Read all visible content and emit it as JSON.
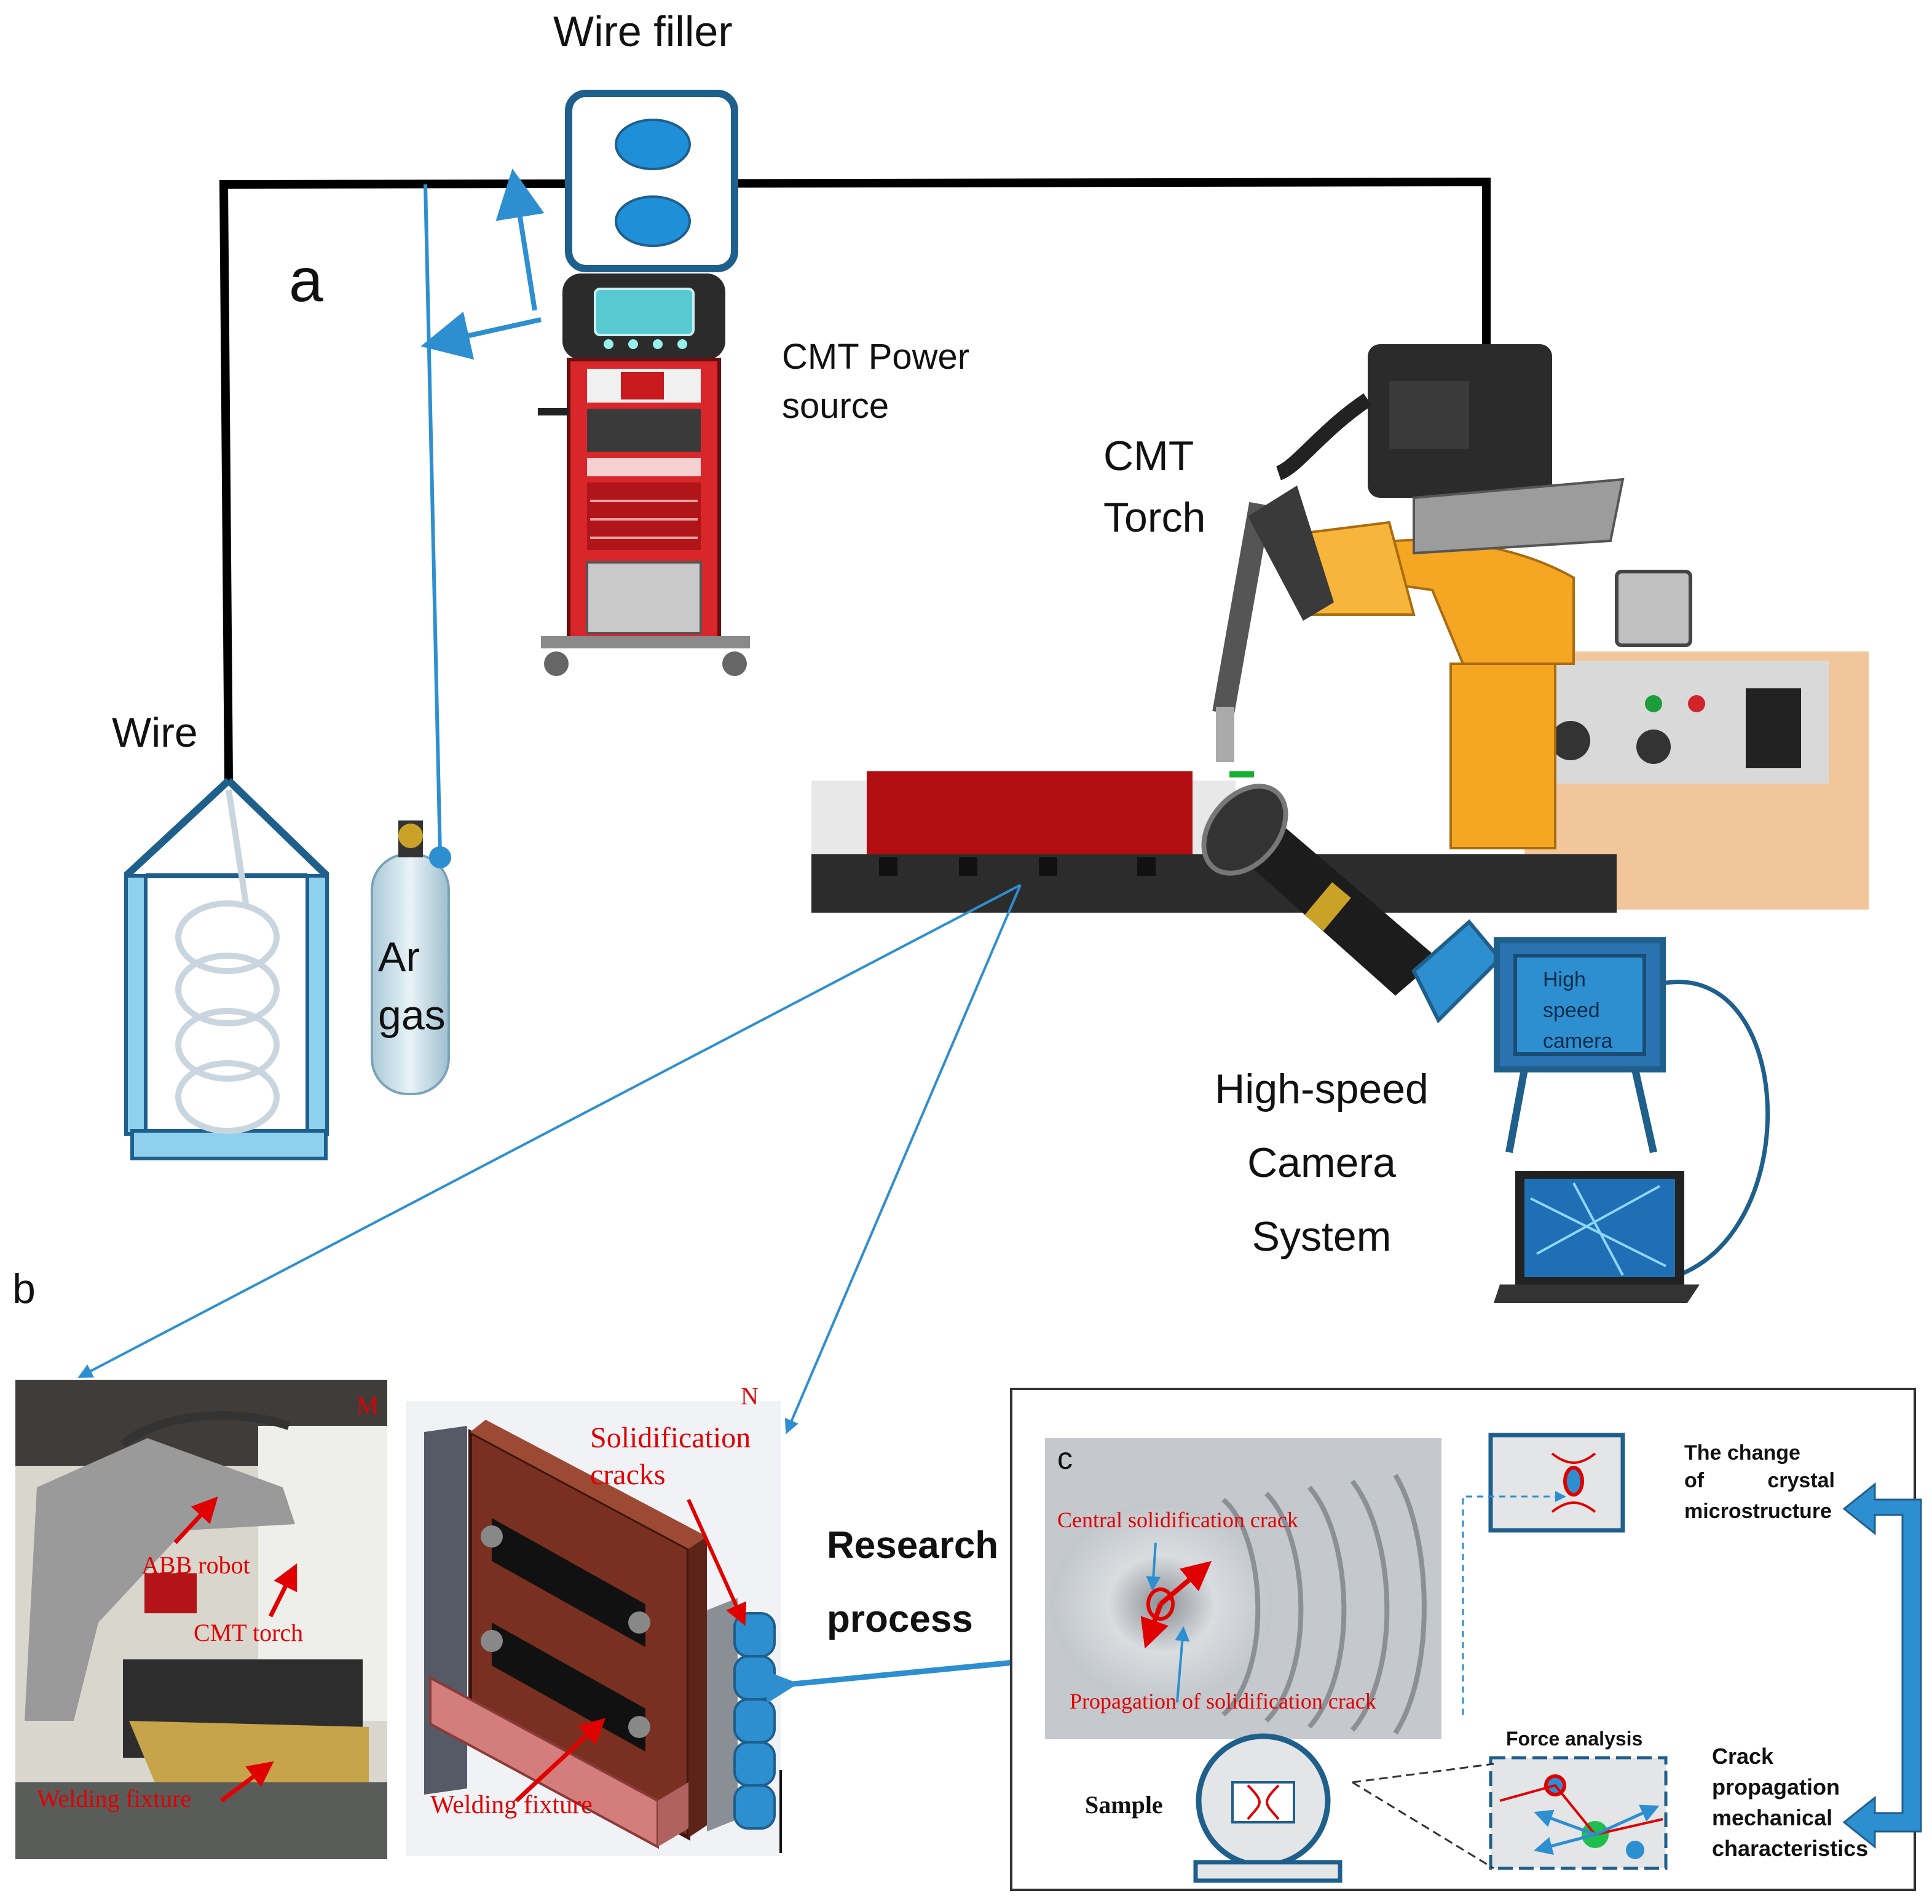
{
  "panel_a": {
    "letter": "a",
    "wire_filler": "Wire filler",
    "power_source_line1": "CMT Power",
    "power_source_line2": "source",
    "torch_line1": "CMT",
    "torch_line2": "Torch",
    "wire": "Wire",
    "gas_line1": "Ar",
    "gas_line2": "gas",
    "camera_box_line1": "High",
    "camera_box_line2": "speed",
    "camera_box_line3": "camera",
    "camera_system_line1": "High-speed",
    "camera_system_line2": "Camera",
    "camera_system_line3": "System"
  },
  "panel_b": {
    "letter": "b",
    "photo_tag": "M",
    "photo_label_robot": "ABB robot",
    "photo_label_torch": "CMT torch",
    "photo_label_fixture": "Welding fixture",
    "model_tag": "N",
    "model_label_cracks_line1": "Solidification",
    "model_label_cracks_line2": "cracks",
    "model_label_fixture": "Welding fixture",
    "research_line1": "Research",
    "research_line2": "process"
  },
  "panel_c": {
    "letter": "c",
    "central_crack": "Central solidification crack",
    "propagation_crack": "Propagation of solidification crack",
    "microstructure_line1": "The change",
    "microstructure_line2": "of",
    "microstructure_line3": "crystal",
    "microstructure_line4": "microstructure",
    "force_analysis": "Force analysis",
    "sample": "Sample",
    "crack_line1": "Crack",
    "crack_line2": "propagation",
    "crack_line3": "mechanical",
    "crack_line4": "characteristics"
  },
  "colors": {
    "wire_line": "#000000",
    "accent_blue": "#2e8fd0",
    "deep_blue": "#1f5f8c",
    "machine_red": "#d8262b",
    "robot_orange": "#f5a623",
    "annotation_red": "#e00000"
  }
}
